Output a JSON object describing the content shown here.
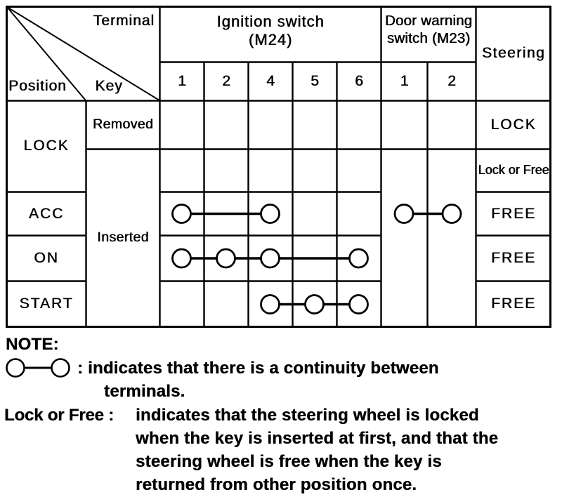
{
  "table": {
    "corner": {
      "terminal": "Terminal",
      "position": "Position",
      "key": "Key"
    },
    "groups": {
      "ignition_line1": "Ignition switch",
      "ignition_line2": "(M24)",
      "door_warning_line1": "Door warning",
      "door_warning_line2": "switch (M23)",
      "steering": "Steering"
    },
    "terminals": [
      "1",
      "2",
      "4",
      "5",
      "6",
      "1",
      "2"
    ],
    "positions": [
      "LOCK",
      "ACC",
      "ON",
      "START"
    ],
    "key_states": [
      "Removed",
      "Inserted"
    ],
    "steering_values": [
      "LOCK",
      "Lock or Free",
      "FREE",
      "FREE",
      "FREE"
    ],
    "continuity": [
      {
        "position": "ACC",
        "switch": "ignition",
        "terminals": [
          "1",
          "4"
        ]
      },
      {
        "position": "ON",
        "switch": "ignition",
        "terminals": [
          "1",
          "2",
          "4",
          "6"
        ]
      },
      {
        "position": "START",
        "switch": "ignition",
        "terminals": [
          "4",
          "5",
          "6"
        ]
      },
      {
        "position": "ACC",
        "switch": "door_warning",
        "terminals": [
          "1",
          "2"
        ]
      }
    ]
  },
  "note": {
    "heading": "NOTE:",
    "continuity_definition": ": indicates that there is a continuity between",
    "continuity_definition_cont": "terminals.",
    "lock_or_free_label": "Lock or Free :",
    "lock_or_free_line1": "indicates that the steering wheel is locked",
    "lock_or_free_line2": "when the key is inserted at first, and that the",
    "lock_or_free_line3": "steering wheel is free when the key is",
    "lock_or_free_line4": "returned from other position once."
  },
  "colors": {
    "ink": "#000000",
    "paper": "#ffffff"
  }
}
